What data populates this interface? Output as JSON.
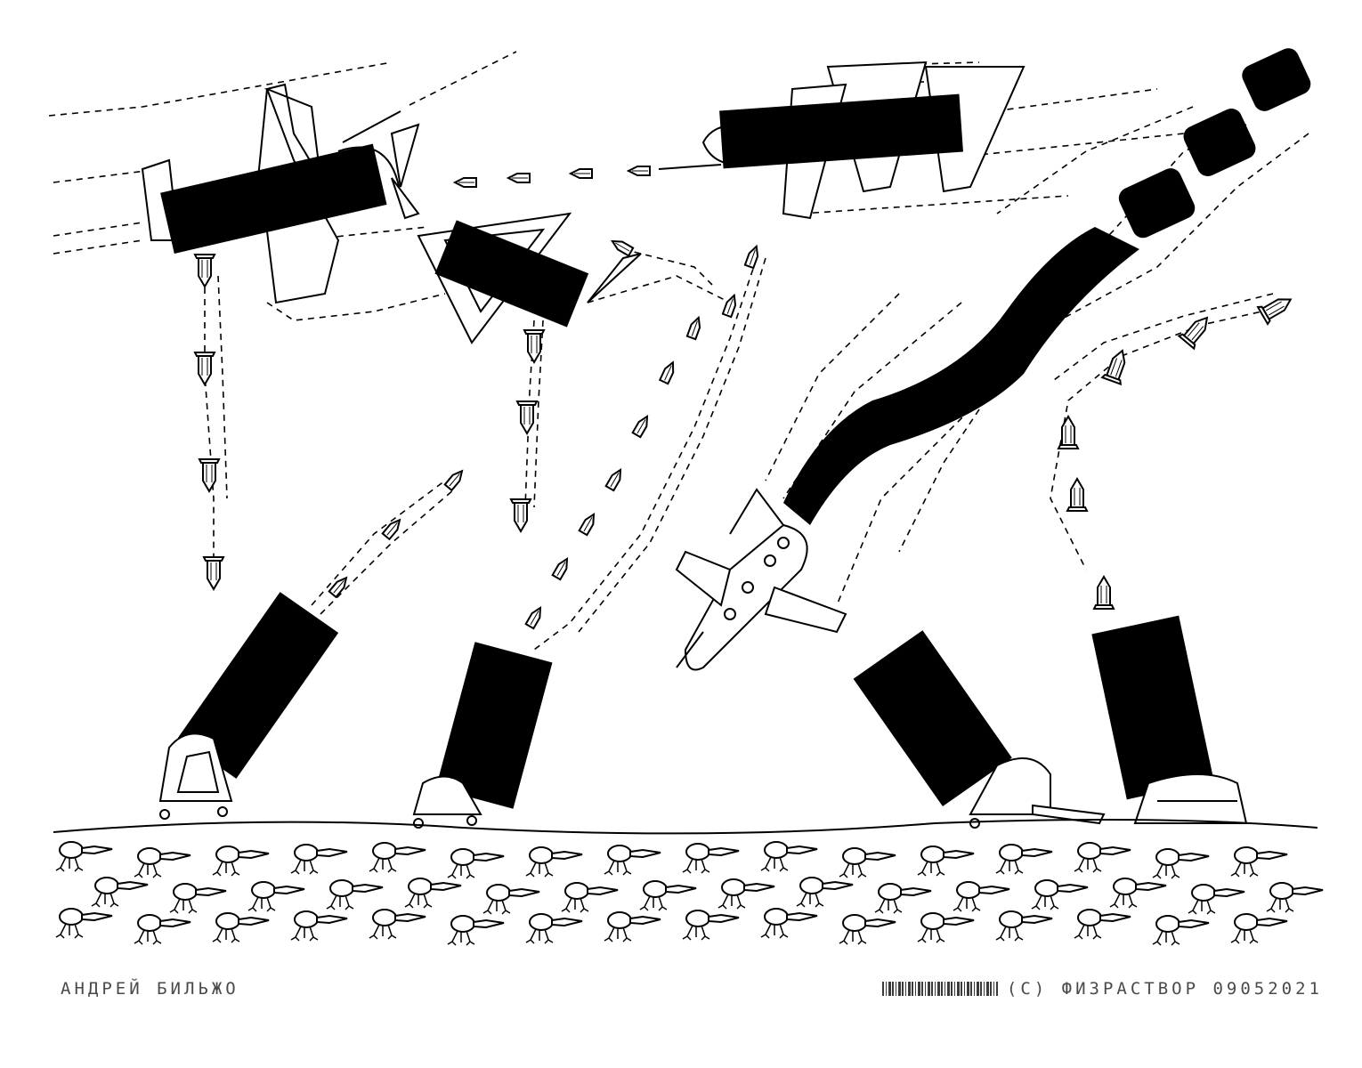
{
  "caption": {
    "author": "АНДРЕЙ БИЛЬЖО",
    "credit": "(C) ФИЗРАСТВОР 09052021"
  },
  "artwork": {
    "icon": "cartoon-illustration",
    "ink": "#000000",
    "paper": "#ffffff"
  }
}
